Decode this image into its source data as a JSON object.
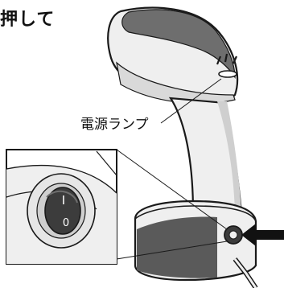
{
  "header": {
    "text": "押して"
  },
  "callout": {
    "label": "電源ランプ"
  },
  "switch": {
    "on_mark": "I",
    "off_mark": "0"
  },
  "colors": {
    "outline": "#1a1a1a",
    "body_light": "#efefef",
    "body_mid": "#cfcfcf",
    "body_dark": "#6e6e6e",
    "panel_dark": "#5a5a5a",
    "switch_dark": "#3c3c3c",
    "arrow": "#111111"
  }
}
